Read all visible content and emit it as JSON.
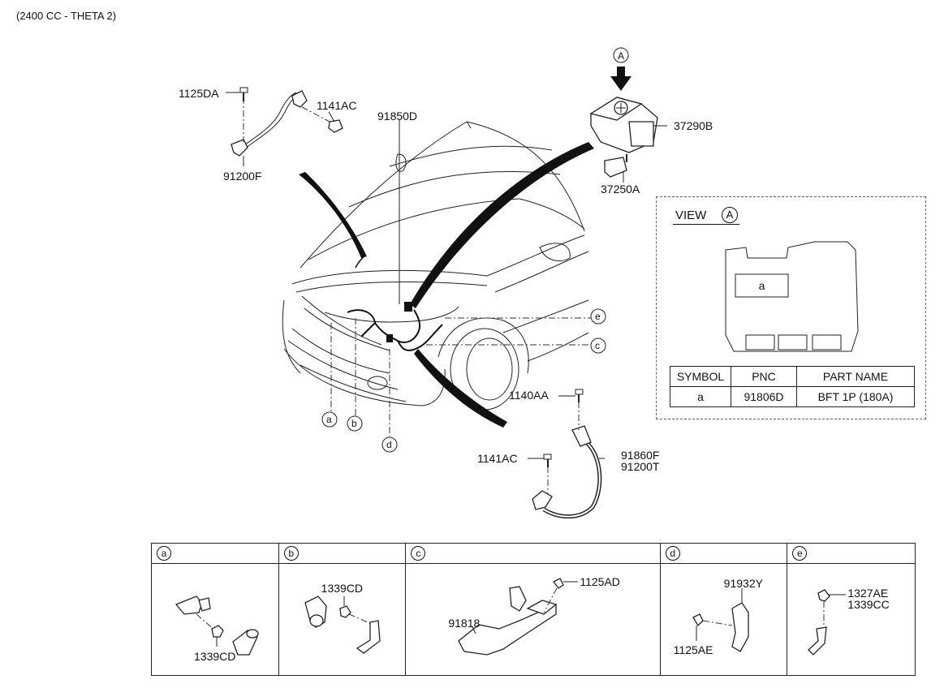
{
  "header": {
    "engine_note": "(2400 CC - THETA 2)"
  },
  "callouts": {
    "p1125DA": "1125DA",
    "p1141AC_top": "1141AC",
    "p91200F": "91200F",
    "p91850D": "91850D",
    "p37290B": "37290B",
    "p37250A": "37250A",
    "p1140AA": "1140AA",
    "p1141AC_mid": "1141AC",
    "p91860F": "91860F",
    "p91200T": "91200T",
    "view_ref": "A"
  },
  "location_markers": [
    "a",
    "b",
    "c",
    "d",
    "e"
  ],
  "view_a": {
    "title": "VIEW",
    "ref": "A",
    "symbol_box": "a",
    "table": {
      "headers": [
        "SYMBOL",
        "PNC",
        "PART NAME"
      ],
      "rows": [
        [
          "a",
          "91806D",
          "BFT 1P (180A)"
        ]
      ]
    }
  },
  "details": [
    {
      "symbol": "a",
      "labels": [
        "1339CD"
      ]
    },
    {
      "symbol": "b",
      "labels": [
        "1339CD"
      ]
    },
    {
      "symbol": "c",
      "labels": [
        "1125AD",
        "91818"
      ]
    },
    {
      "symbol": "d",
      "labels": [
        "91932Y",
        "1125AE"
      ]
    },
    {
      "symbol": "e",
      "labels": [
        "1327AE",
        "1339CC"
      ]
    }
  ]
}
